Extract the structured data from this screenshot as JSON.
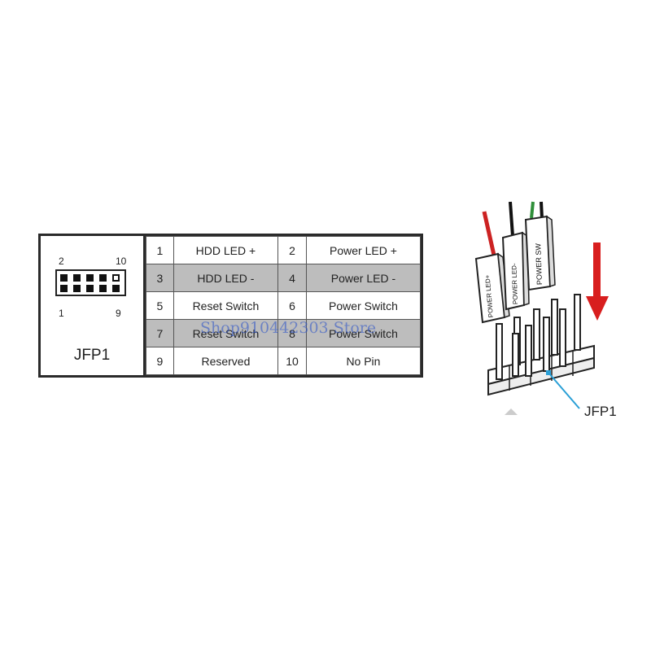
{
  "header_panel": {
    "top_left_pin": "2",
    "top_right_pin": "10",
    "bottom_left_pin": "1",
    "bottom_right_pin": "9",
    "label": "JFP1"
  },
  "pin_table": {
    "rows": [
      {
        "pin_a": "1",
        "func_a": "HDD LED +",
        "pin_b": "2",
        "func_b": "Power LED +",
        "shaded": false
      },
      {
        "pin_a": "3",
        "func_a": "HDD LED -",
        "pin_b": "4",
        "func_b": "Power LED -",
        "shaded": true
      },
      {
        "pin_a": "5",
        "func_a": "Reset Switch",
        "pin_b": "6",
        "func_b": "Power Switch",
        "shaded": false
      },
      {
        "pin_a": "7",
        "func_a": "Reset Switch",
        "pin_b": "8",
        "func_b": "Power Switch",
        "shaded": true
      },
      {
        "pin_a": "9",
        "func_a": "Reserved",
        "pin_b": "10",
        "func_b": "No Pin",
        "shaded": false
      }
    ]
  },
  "connector": {
    "plug_labels": [
      "POWER LED+",
      "POWER LED-",
      "POWER SW"
    ],
    "header_label": "JFP1",
    "arrow_color": "#d81e1e",
    "label_line_color": "#2a9fd6",
    "wire_colors": [
      "#cc2222",
      "#111111",
      "#2f8f3a"
    ]
  },
  "watermark": "Shop910442303 Store"
}
